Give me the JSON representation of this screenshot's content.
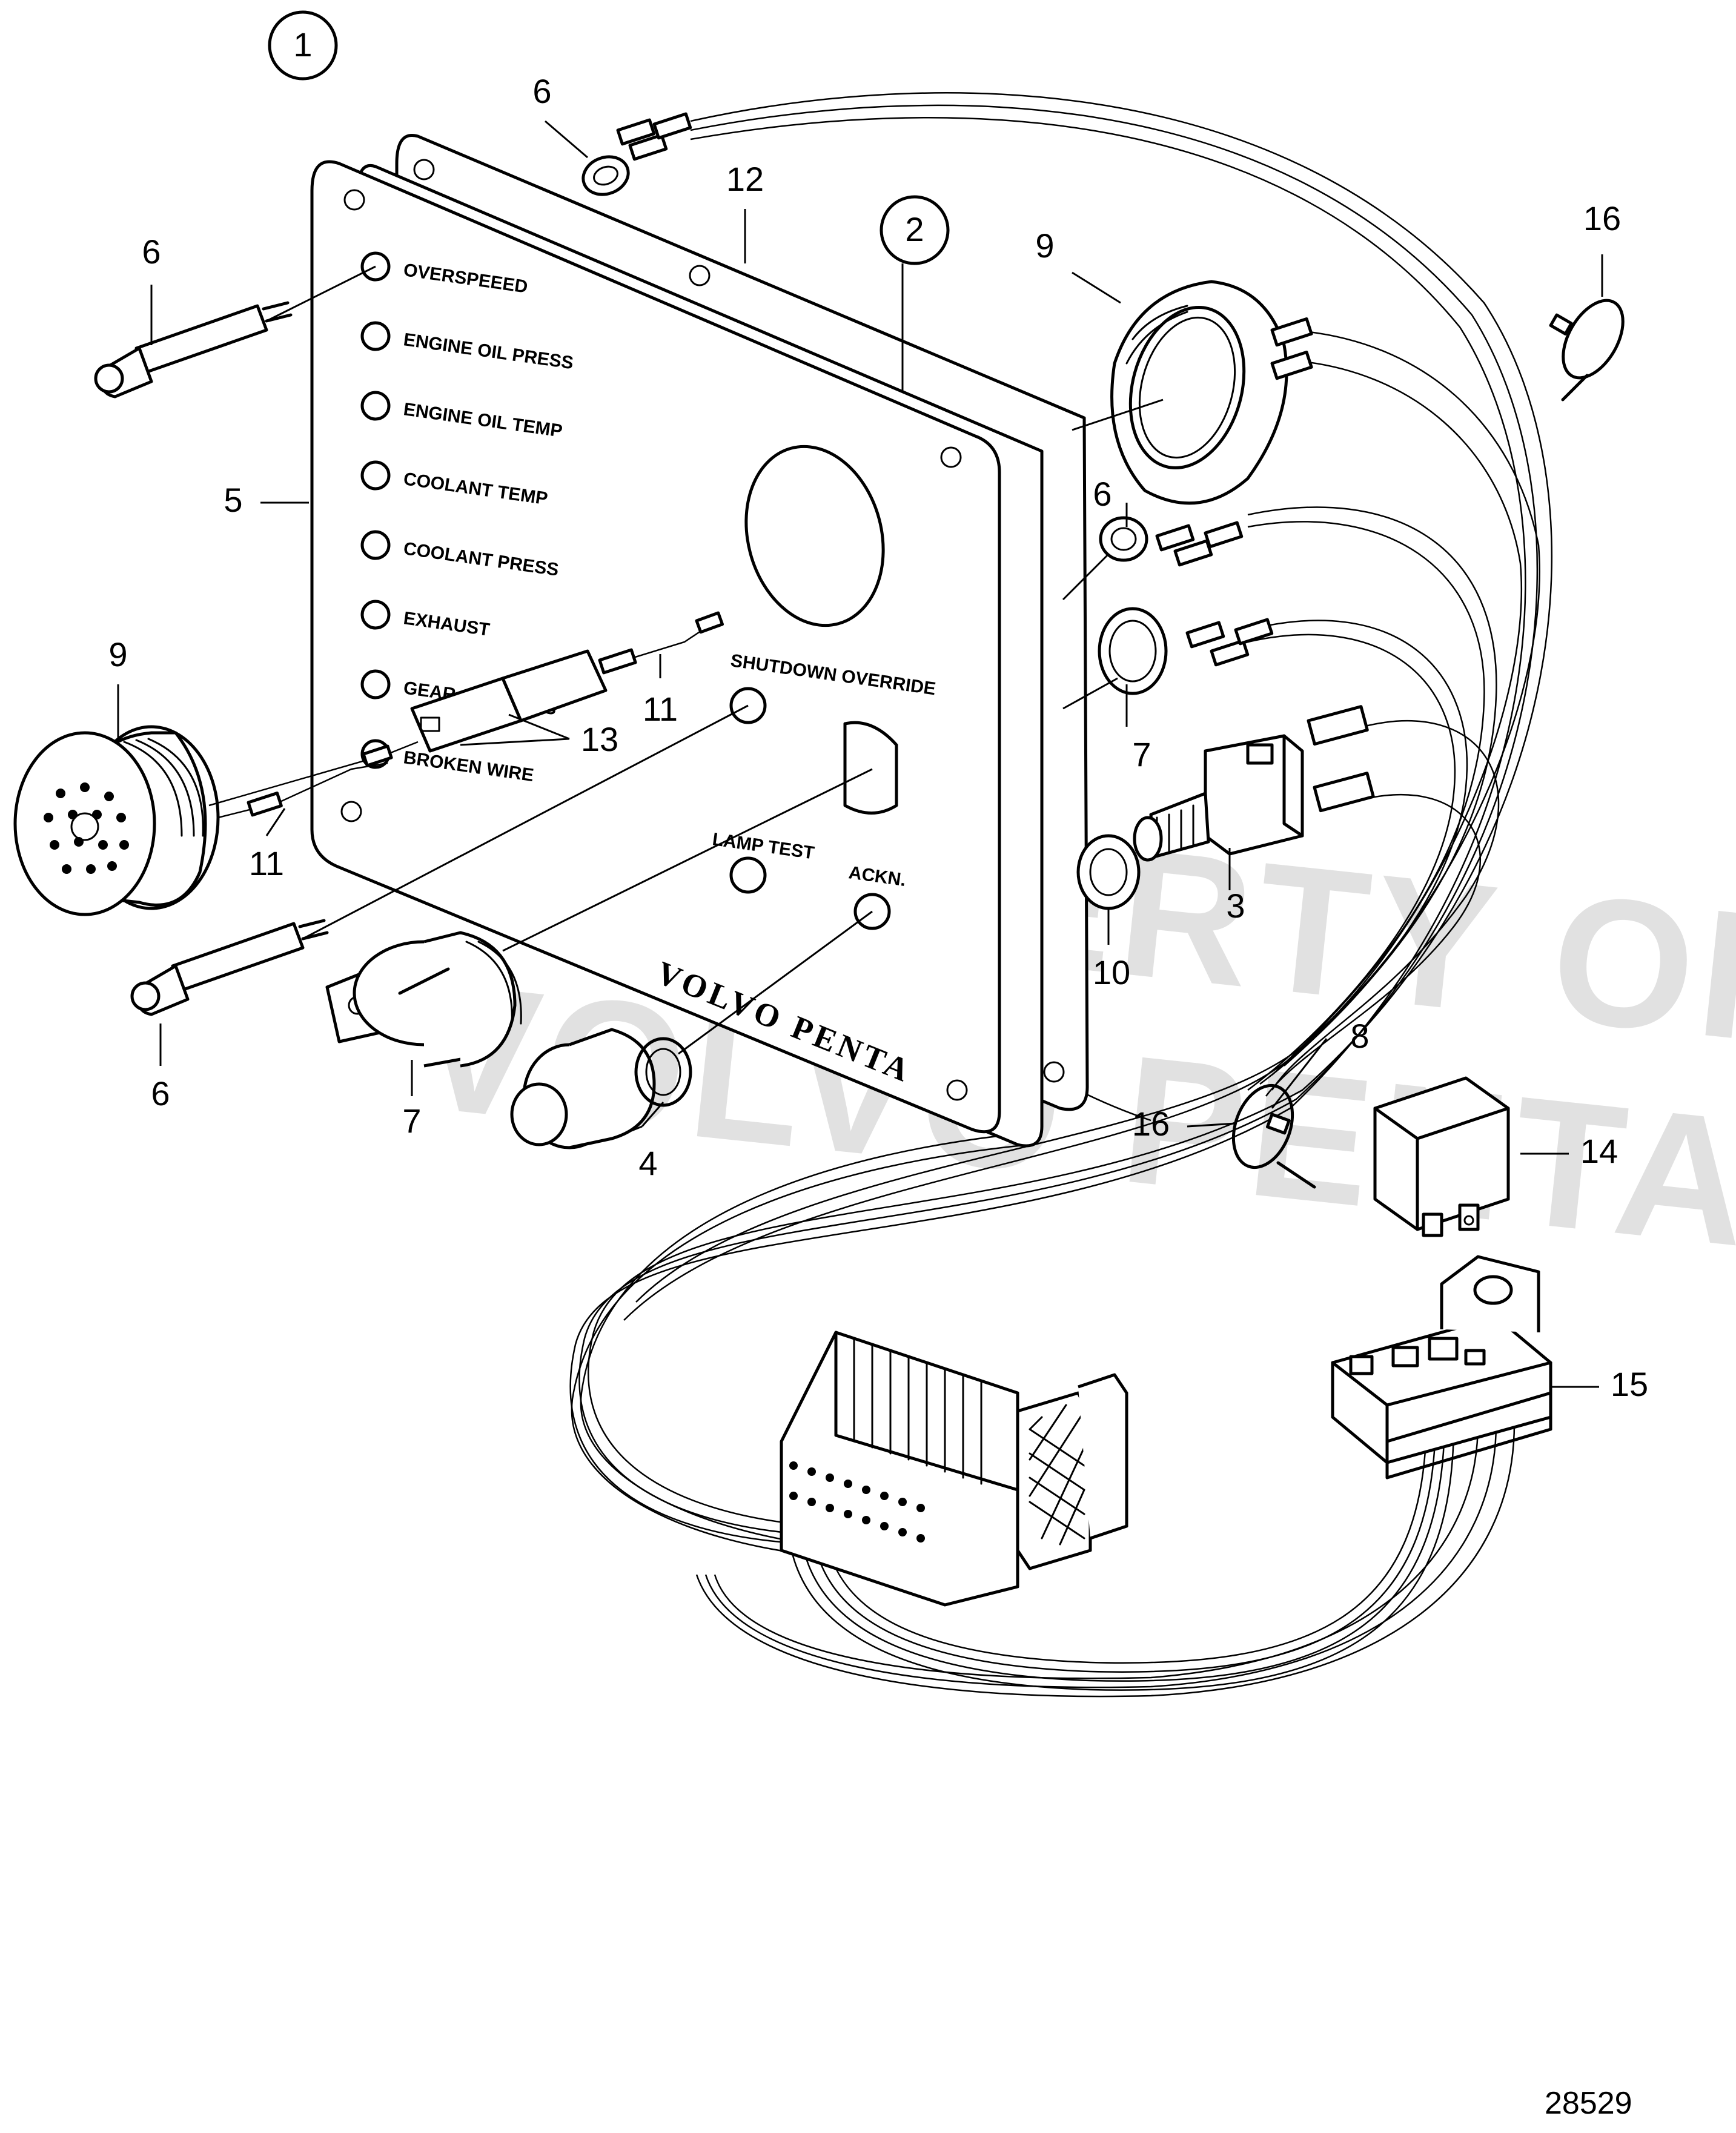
{
  "diagram": {
    "circled_labels": [
      "1",
      "2"
    ],
    "panel_labels": [
      "OVERSPEEED",
      "ENGINE OIL PRESS",
      "ENGINE OIL TEMP",
      "COOLANT TEMP",
      "COOLANT PRESS",
      "EXHAUST",
      "GEAR OIL PRESS",
      "BROKEN WIRE"
    ],
    "control_labels": {
      "shutdown_override": "SHUTDOWN OVERRIDE",
      "lamp_test": "LAMP TEST",
      "ackn": "ACKN."
    },
    "brand": "VOLVO PENTA",
    "watermark": [
      "PROPERTY OF",
      "VOLVO PENTA"
    ],
    "part_numbers": [
      "3",
      "4",
      "5",
      "6",
      "6",
      "6",
      "6",
      "7",
      "7",
      "8",
      "9",
      "9",
      "10",
      "11",
      "11",
      "12",
      "13",
      "14",
      "15",
      "16",
      "16"
    ],
    "reference_number": "28529"
  }
}
